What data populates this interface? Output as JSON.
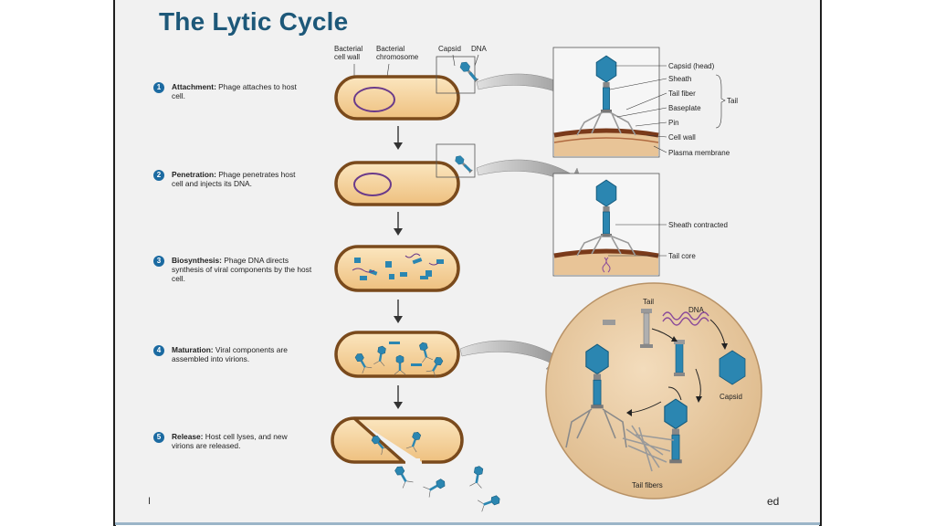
{
  "title": "The Lytic Cycle",
  "top_labels": {
    "cell_wall": [
      "Bacterial",
      "cell wall"
    ],
    "chromosome": [
      "Bacterial",
      "chromosome"
    ],
    "capsid": "Capsid",
    "dna": "DNA"
  },
  "steps": [
    {
      "num": "1",
      "head": "Attachment:",
      "text": " Phage attaches to host cell."
    },
    {
      "num": "2",
      "head": "Penetration:",
      "text": " Phage penetrates host cell and injects its DNA."
    },
    {
      "num": "3",
      "head": "Biosynthesis:",
      "text": " Phage DNA directs synthesis of viral components by the host cell."
    },
    {
      "num": "4",
      "head": "Maturation:",
      "text": " Viral components are assembled into virions."
    },
    {
      "num": "5",
      "head": "Release:",
      "text": " Host cell lyses, and new virions are released."
    }
  ],
  "phage_labels": {
    "capsid_head": "Capsid (head)",
    "sheath": "Sheath",
    "tail_fiber": "Tail fiber",
    "baseplate": "Baseplate",
    "pin": "Pin",
    "cell_wall": "Cell wall",
    "plasma_membrane": "Plasma membrane",
    "tail": "Tail",
    "sheath_contracted": "Sheath contracted",
    "tail_core": "Tail core"
  },
  "assembly_labels": {
    "tail": "Tail",
    "dna": "DNA",
    "capsid": "Capsid",
    "tail_fibers": "Tail fibers"
  },
  "footer": {
    "left": "I",
    "right": "ed"
  },
  "colors": {
    "title": "#1d5879",
    "cell_fill": "#f3cf96",
    "cell_wall": "#7a4a1c",
    "phage": "#2a7fa8",
    "bubble": "#e8c8a0",
    "arrow": "#8a8a8a"
  }
}
